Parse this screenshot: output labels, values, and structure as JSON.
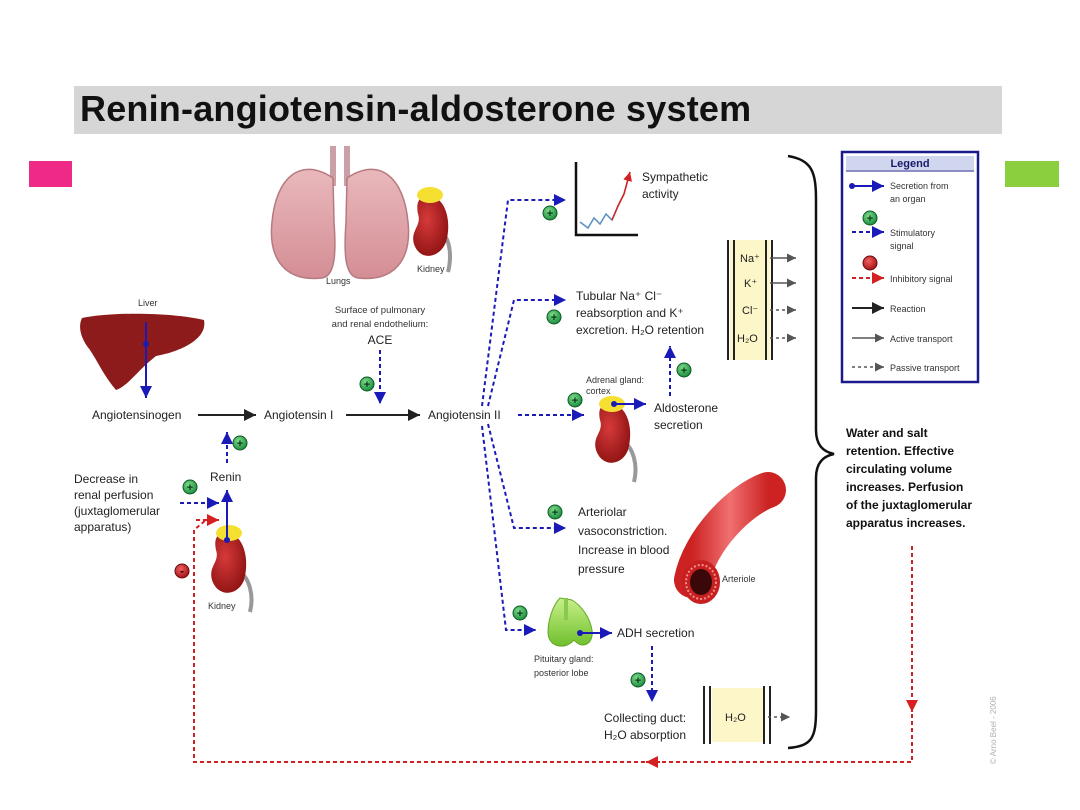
{
  "title": "Renin-angiotensin-aldosterone system",
  "colors": {
    "accent_left": "#ef2a86",
    "accent_right": "#8ccf3e",
    "secretion": "#1a1ab8",
    "inhibitory": "#d42020",
    "stimulatory": "#18a038"
  },
  "labels": {
    "lungs": "Lungs",
    "kidney_top": "Kidney",
    "liver": "Liver",
    "kidney_bottom": "Kidney",
    "surface_1": "Surface of pulmonary",
    "surface_2": "and renal endothelium:",
    "ace": "ACE",
    "angiotensinogen": "Angiotensinogen",
    "angiotensin_1": "Angiotensin I",
    "angiotensin_2": "Angiotensin II",
    "renin": "Renin",
    "decrease_1": "Decrease in",
    "decrease_2": "renal perfusion",
    "decrease_3": "(juxtaglomerular",
    "decrease_4": "apparatus)",
    "sympathetic_1": "Sympathetic",
    "sympathetic_2": "activity",
    "tubular_1": "Tubular Na⁺ Cl⁻",
    "tubular_2": "reabsorption and K⁺",
    "tubular_3": "excretion. H₂O retention",
    "adrenal_1": "Adrenal gland:",
    "adrenal_2": "cortex",
    "aldosterone_1": "Aldosterone",
    "aldosterone_2": "secretion",
    "arteriolar_1": "Arteriolar",
    "arteriolar_2": "vasoconstriction.",
    "arteriolar_3": "Increase in blood",
    "arteriolar_4": "pressure",
    "arteriole": "Arteriole",
    "adh": "ADH secretion",
    "pituitary_1": "Pituitary gland:",
    "pituitary_2": "posterior lobe",
    "collecting_1": "Collecting duct:",
    "collecting_2": "H₂O absorption",
    "water_1": "Water and salt",
    "water_2": "retention. Effective",
    "water_3": "circulating volume",
    "water_4": "increases. Perfusion",
    "water_5": "of the juxtaglomerular",
    "water_6": "apparatus increases.",
    "ion_na": "Na⁺",
    "ion_k": "K⁺",
    "ion_cl": "Cl⁻",
    "ion_h2o": "H₂O",
    "duct_h2o": "H₂O",
    "plus": "+",
    "minus": "-",
    "copyright": "© Arno Beel - 2006"
  },
  "legend": {
    "title": "Legend",
    "secretion_1": "Secretion from",
    "secretion_2": "an organ",
    "stimulatory_1": "Stimulatory",
    "stimulatory_2": "signal",
    "inhibitory": "Inhibitory signal",
    "reaction": "Reaction",
    "active": "Active transport",
    "passive": "Passive transport"
  }
}
